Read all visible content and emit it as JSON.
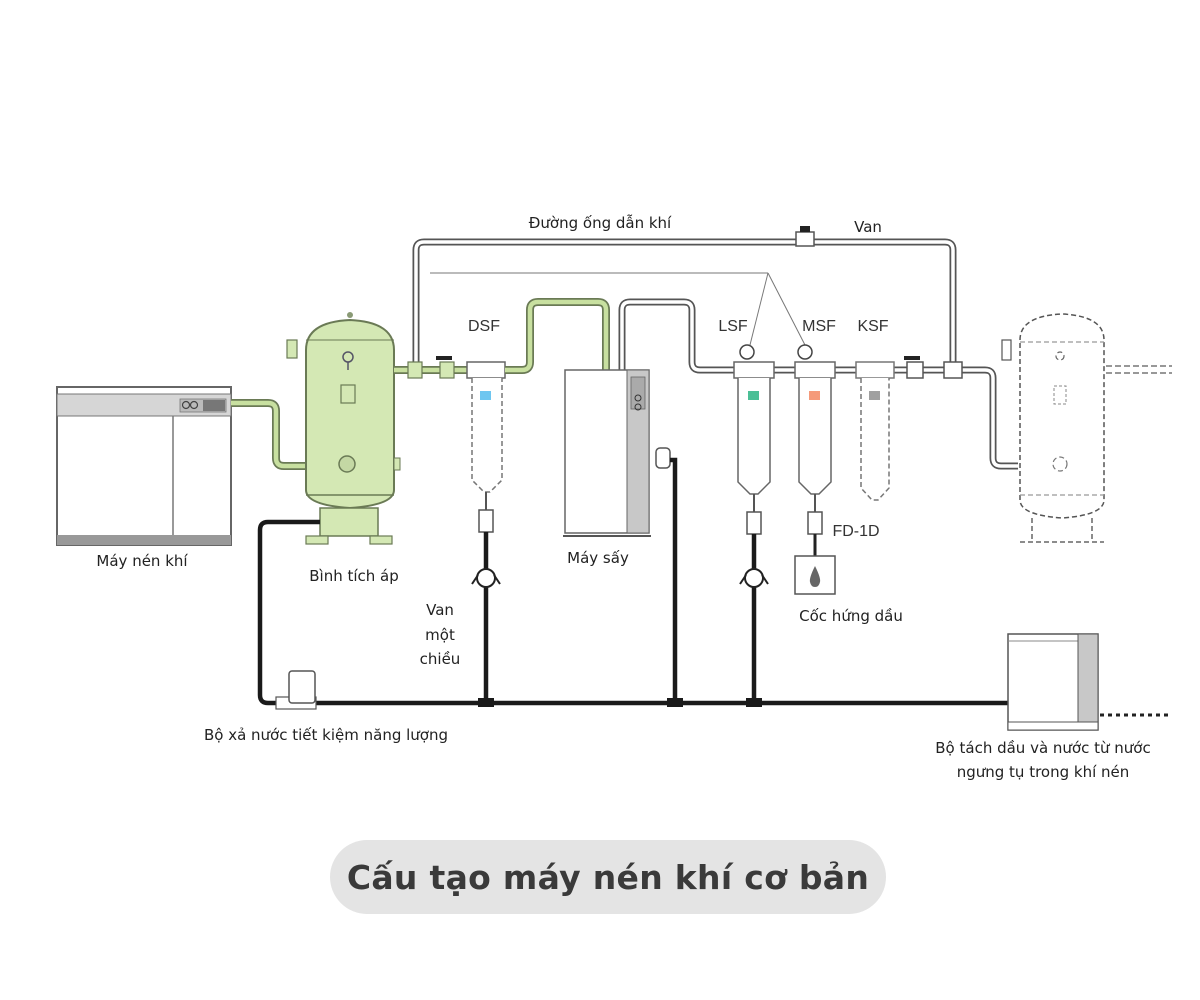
{
  "title": "Cấu tạo máy nén khí cơ bản",
  "labels": {
    "air_pipe": "Đường ống dẫn khí",
    "valve": "Van",
    "compressor": "Máy nén khí",
    "tank": "Bình tích áp",
    "dsf": "DSF",
    "lsf": "LSF",
    "msf": "MSF",
    "ksf": "KSF",
    "dryer": "Máy sấy",
    "check_valve_1": "Van",
    "check_valve_2": "một",
    "check_valve_3": "chiều",
    "fd1d": "FD-1D",
    "oil_cup": "Cốc hứng dầu",
    "drain": "Bộ xả nước tiết kiệm năng lượng",
    "separator_1": "Bộ tách dầu và nước từ nước",
    "separator_2": "ngưng tụ trong khí nén"
  },
  "colors": {
    "tank_green": "#d4e8b4",
    "dsf_marker": "#6ec6f0",
    "lsf_marker": "#4bbf96",
    "msf_marker": "#f59a7a",
    "ksf_marker": "#a0a0a0",
    "pill_bg": "#e4e4e4"
  }
}
